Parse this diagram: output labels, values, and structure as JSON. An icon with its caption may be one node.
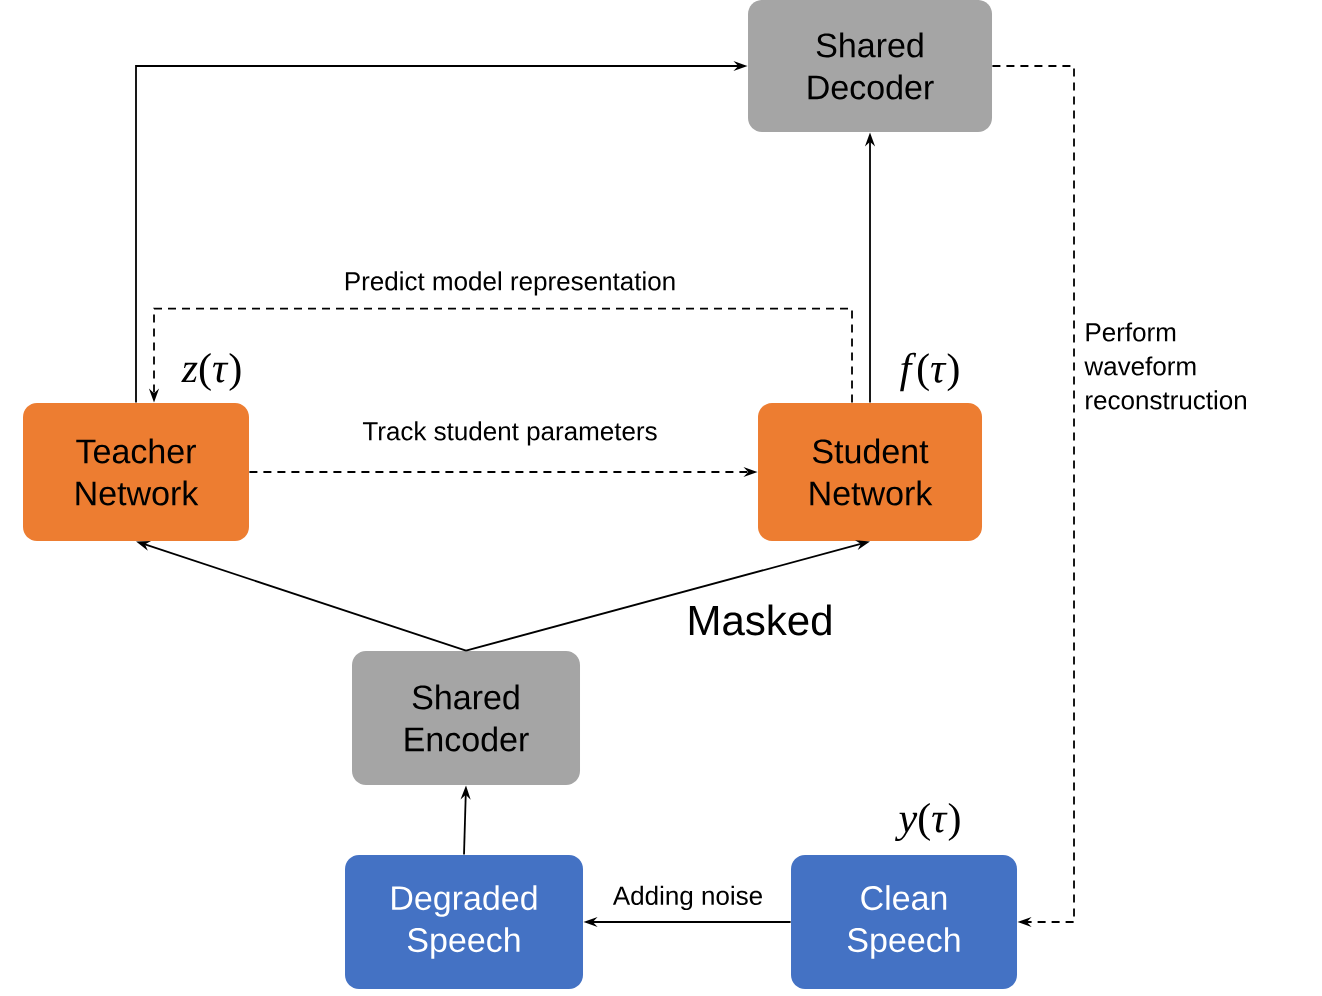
{
  "diagram": {
    "nodes": [
      {
        "text": [
          "Shared Decoder"
        ]
      },
      {
        "text": [
          "Teacher Network"
        ],
        "beside": [
          "*z*(*τ*)"
        ]
      },
      {
        "text": [
          "Student Network"
        ],
        "beside": [
          "*f*(*τ*)"
        ]
      },
      {
        "text": [
          "Shared Encoder"
        ]
      },
      {
        "text": [
          "Degraded Speech"
        ]
      },
      {
        "text": [
          "Clean Speech"
        ],
        "beside": [
          "*y*(*τ*)"
        ]
      }
    ],
    "edges": [
      {
        "from": 1,
        "to": 0,
        "arrow": "to"
      },
      {
        "from": 2,
        "to": 0,
        "arrow": "to"
      },
      {
        "from": 2,
        "to": 1,
        "arrow": "to",
        "style": "dashed",
        "label": "Predict model representation"
      },
      {
        "from": 1,
        "to": 2,
        "arrow": "to",
        "style": "dashed",
        "label": "Track student parameters"
      },
      {
        "from": 3,
        "to": 1,
        "arrow": "to"
      },
      {
        "from": 3,
        "to": 2,
        "arrow": "to",
        "label": "Masked"
      },
      {
        "from": 4,
        "to": 3,
        "arrow": "to"
      },
      {
        "from": 5,
        "to": 4,
        "arrow": "to",
        "label": "Adding noise"
      },
      {
        "from": 0,
        "to": 5,
        "arrow": "to",
        "style": "dashed",
        "label": "Perform waveform reconstruction"
      }
    ]
  }
}
